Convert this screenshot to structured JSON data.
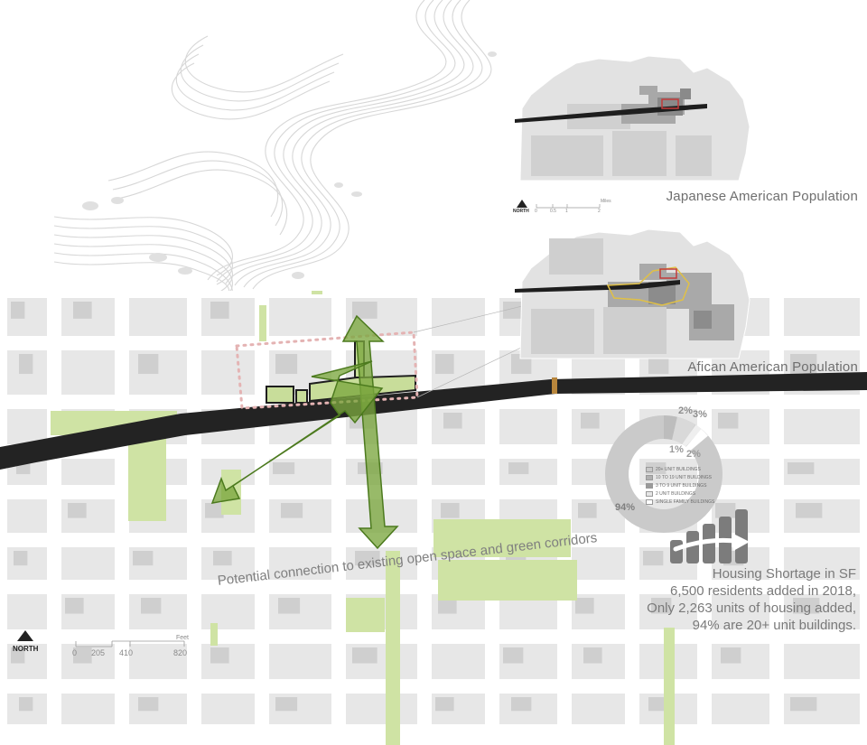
{
  "main_map": {
    "callout": "Potential connection to existing open space and green corridors",
    "scale_bar": {
      "north_label": "NORTH",
      "ticks": [
        "0",
        "205",
        "410",
        "820"
      ],
      "unit": "Feet"
    }
  },
  "inset_maps": [
    {
      "title": "Japanese American Population",
      "scale_bar": {
        "north_label": "NORTH",
        "ticks": [
          "0",
          "0.5",
          "1",
          "2"
        ],
        "unit": "Miles"
      }
    },
    {
      "title": "Afican American Population"
    }
  ],
  "housing_chart": {
    "labels": [
      "2%",
      "3%",
      "1%",
      "2%",
      "94%"
    ],
    "legend": [
      {
        "label": "20+ UNIT BUILDINGS",
        "color": "#c8c8c8"
      },
      {
        "label": "10 TO 19 UNIT BUILDINGS",
        "color": "#b0b0b0"
      },
      {
        "label": "3 TO 9 UNIT BUILDINGS",
        "color": "#9a9a9a"
      },
      {
        "label": "2 UNIT BUILDINGS",
        "color": "#e6e6e6"
      },
      {
        "label": "SINGLE FAMILY BUILDINGS",
        "color": "#ffffff"
      }
    ],
    "colors": {
      "ring": "#c9c9c9",
      "icon": "#7f7f7f"
    }
  },
  "housing_text": {
    "heading": "Housing Shortage in SF",
    "lines": [
      "6,500 residents added in 2018,",
      "Only 2,263 units of housing added,",
      "94% are 20+ unit buildings."
    ]
  },
  "colors": {
    "street_grid": "#e6e6e6",
    "block": "#d2d2d2",
    "building": "#c4c4c4",
    "green_space": "#cfe3a4",
    "corridor": "#222222",
    "arrow_fill": "#7aa83d",
    "arrow_stroke": "#4f7a22",
    "site_boundary": "#e8b8b8"
  }
}
